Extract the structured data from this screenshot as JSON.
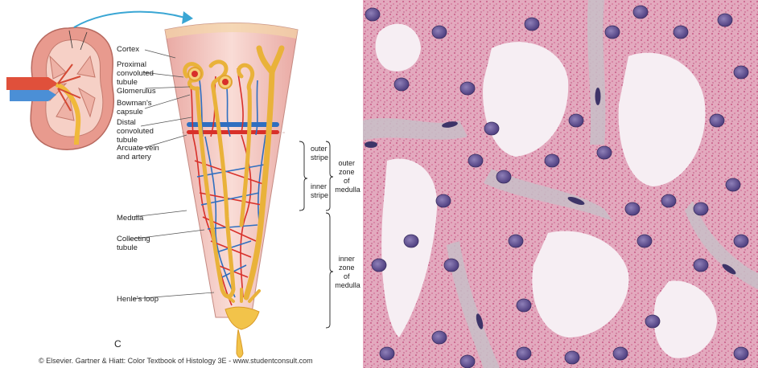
{
  "labels": {
    "cortex": "Cortex",
    "proximal": [
      "Proximal",
      "convoluted",
      "tubule"
    ],
    "glomerulus": "Glomerulus",
    "bowmans": [
      "Bowman's",
      "capsule"
    ],
    "distal": [
      "Distal",
      "convoluted",
      "tubule"
    ],
    "arcuate": [
      "Arcuate vein",
      "and artery"
    ],
    "medulla": "Medulla",
    "collecting": [
      "Collecting",
      "tubule"
    ],
    "henle": "Henle's loop",
    "outer_stripe": [
      "outer",
      "stripe"
    ],
    "inner_stripe": [
      "inner",
      "stripe"
    ],
    "outer_zone": [
      "outer",
      "zone",
      "of",
      "medulla"
    ],
    "inner_zone": [
      "inner",
      "zone",
      "of",
      "medulla"
    ],
    "panel_letter": "C"
  },
  "credit": "© Elsevier. Gartner & Hiatt: Color Textbook of Histology 3E - www.studentconsult.com",
  "colors": {
    "artery": "#d8302a",
    "vein": "#2f6fc0",
    "tubule": "#f2c34a",
    "wedge": "#f3c9c3",
    "arrow": "#3aa6d4",
    "stain_pink": "#e6a9c3",
    "nucleus": "#5d4c8e"
  }
}
